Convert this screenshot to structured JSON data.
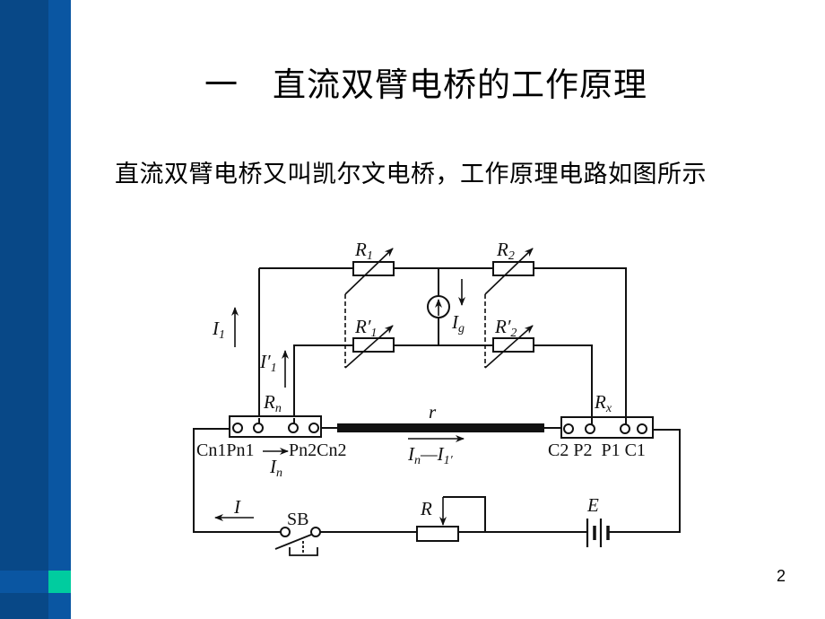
{
  "slide": {
    "title": "一　直流双臂电桥的工作原理",
    "subtitle": "直流双臂电桥又叫凯尔文电桥，工作原理电路如图所示",
    "page_number": "2",
    "colors": {
      "sidebar_dark": "#084887",
      "sidebar_light": "#0a56a2",
      "accent_teal": "#00cc9f"
    }
  },
  "circuit": {
    "labels": {
      "R1": "R",
      "R1_sub": "1",
      "R2": "R",
      "R2_sub": "2",
      "R1p": "R′",
      "R1p_sub": "1",
      "R2p": "R′",
      "R2p_sub": "2",
      "I1": "I",
      "I1_sub": "1",
      "I1p": "I′",
      "I1p_sub": "1",
      "Ig": "I",
      "Ig_sub": "g",
      "Rn": "R",
      "Rn_sub": "n",
      "Rx": "R",
      "Rx_sub": "x",
      "r": "r",
      "In": "I",
      "In_sub": "n",
      "In_minus_I1p": "I",
      "In_minus_I1p_sub1": "n",
      "In_minus_I1p_dash": "—I",
      "In_minus_I1p_sub2": "1′",
      "rn_terminals": "Cn1Pn1",
      "rn_terminals2": "Pn2Cn2",
      "rx_terminals": "C2 P2  P1 C1",
      "I": "I",
      "SB": "SB",
      "R": "R",
      "E": "E"
    }
  }
}
